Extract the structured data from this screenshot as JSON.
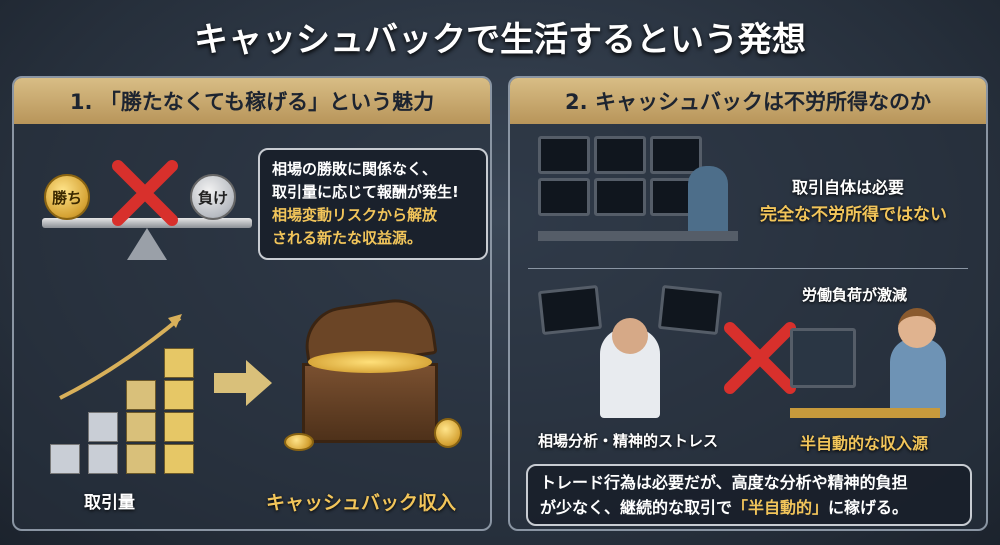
{
  "title": "キャッシュバックで生活するという発想",
  "left": {
    "header": "1. 「勝たなくても稼げる」という魅力",
    "coin_win": "勝ち",
    "coin_lose": "負け",
    "bubble_line1": "相場の勝敗に関係なく、",
    "bubble_line2": "取引量に応じて報酬が発生!",
    "bubble_line3": "相場変動リスクから解放",
    "bubble_line4": "される新たな収益源。",
    "volume_label": "取引量",
    "cashback_label": "キャッシュバック収入"
  },
  "right": {
    "header": "2. キャッシュバックは不労所得なのか",
    "line1": "取引自体は必要",
    "line2": "完全な不労所得ではない",
    "workload_label": "労働負荷が激減",
    "stress_label": "相場分析・精神的ストレス",
    "semi_auto_label": "半自動的な収入源",
    "bubble_line1": "トレード行為は必要だが、高度な分析や精神的負担",
    "bubble_line2a": "が少なく、継続的な取引で",
    "bubble_line2b": "「半自動的」",
    "bubble_line2c": "に稼げる。"
  },
  "colors": {
    "accent": "#f2c55a",
    "cross": "#d8302c",
    "header": "#c9a86c"
  }
}
